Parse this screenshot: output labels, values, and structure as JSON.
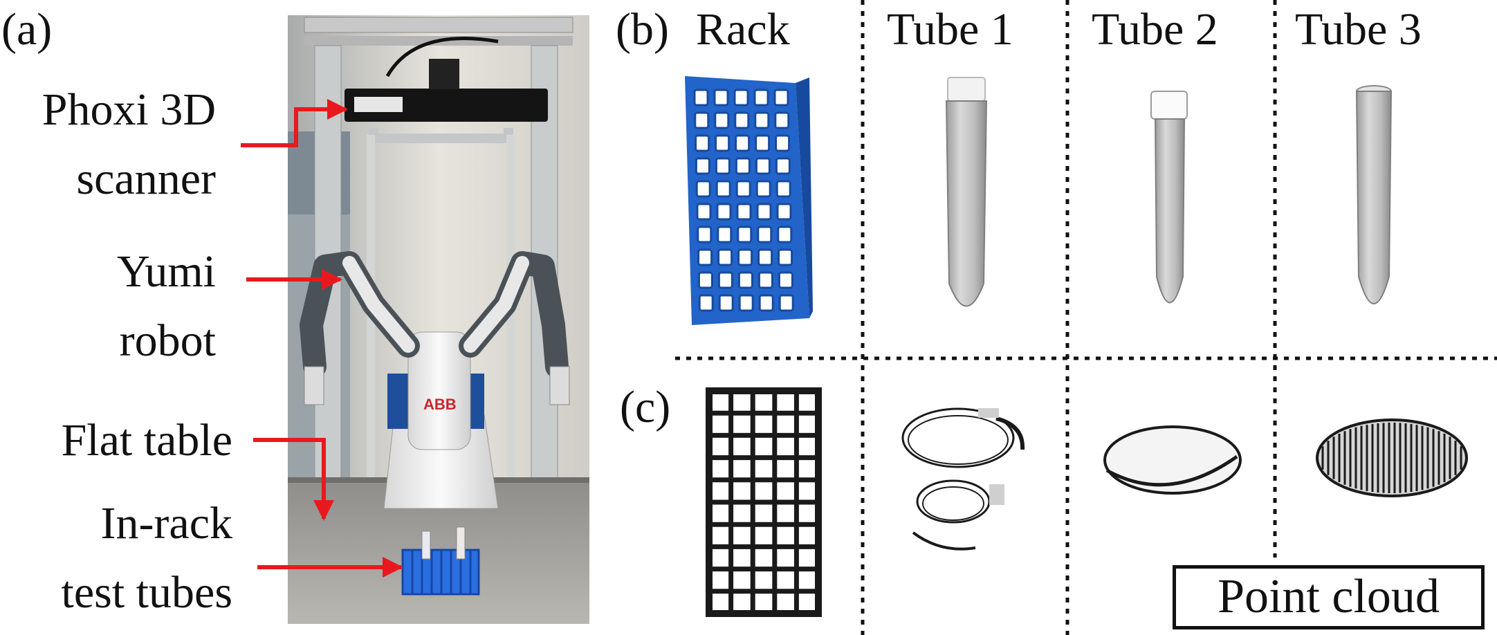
{
  "panel_a": {
    "tag": "(a)",
    "labels": [
      {
        "line1": "Phoxi 3D",
        "line2": "scanner"
      },
      {
        "line1": "Yumi",
        "line2": "robot"
      },
      {
        "line1": "Flat table",
        "line2": ""
      },
      {
        "line1": "In-rack",
        "line2": "test tubes"
      }
    ],
    "robot_logo": "ABB"
  },
  "panel_b": {
    "tag": "(b)",
    "headers": [
      "Rack",
      "Tube 1",
      "Tube 2",
      "Tube 3"
    ]
  },
  "panel_c": {
    "tag": "(c)",
    "legend_box": "Point cloud"
  },
  "colors": {
    "arrow": "#e8191e",
    "rack_blue": "#1f64c8",
    "point_cloud": "#1a1a1a"
  }
}
